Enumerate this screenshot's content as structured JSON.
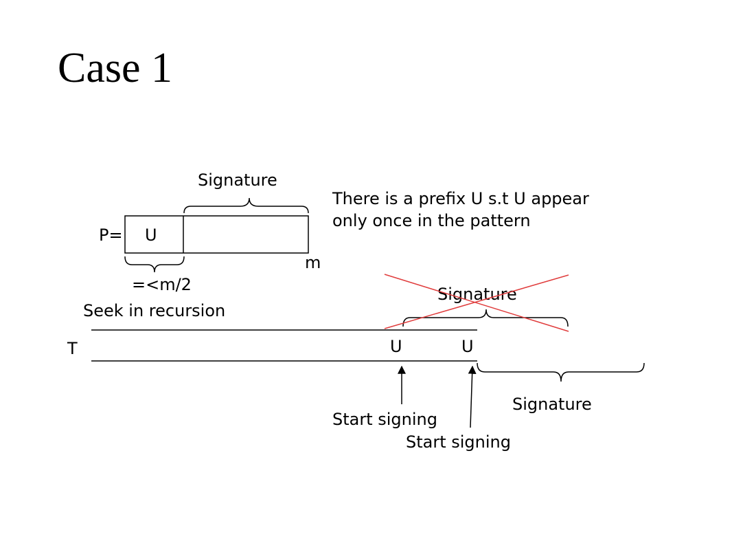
{
  "title": "Case 1",
  "pattern": {
    "prefix_label": "P=",
    "prefix_block": "U",
    "end_label": "m",
    "signature_label": "Signature",
    "prefix_length_label": "=<m/2",
    "recursion_label": "Seek in recursion"
  },
  "note": {
    "line1": "There is a prefix U s.t U appear",
    "line2": "only once in the pattern"
  },
  "text": {
    "label": "T",
    "occurrence_1": "U",
    "occurrence_2": "U",
    "crossed_signature_label": "Signature",
    "valid_signature_label": "Signature",
    "start_signing_1": "Start signing",
    "start_signing_2": "Start signing"
  },
  "colors": {
    "stroke": "#000000",
    "cross": "#e03c3c"
  }
}
